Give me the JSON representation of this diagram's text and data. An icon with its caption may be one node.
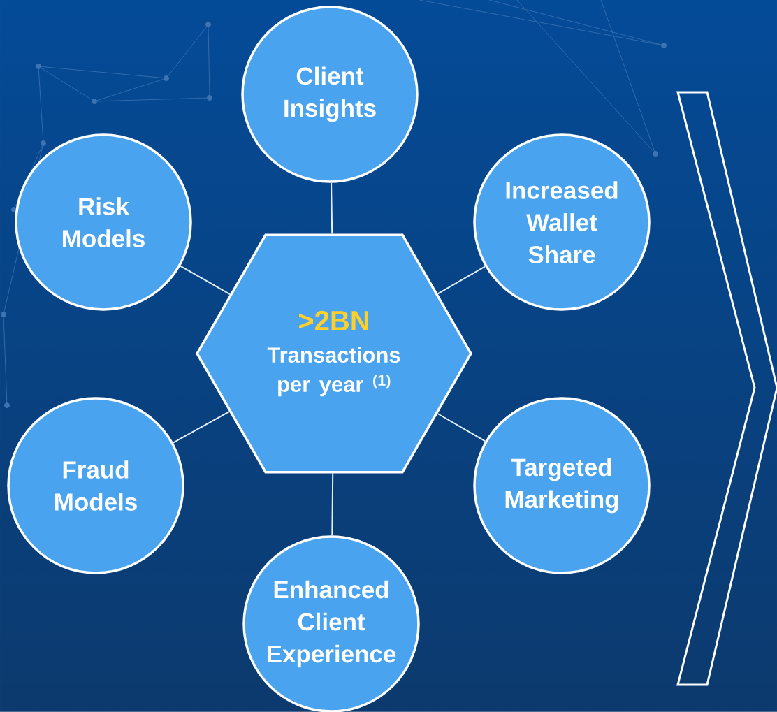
{
  "diagram": {
    "nodes": [
      {
        "text": [
          ">2BN",
          "Transactions per year $^{(1)}$"
        ]
      },
      {
        "text": [
          "Client Insights"
        ]
      },
      {
        "text": [
          "Risk Models"
        ]
      },
      {
        "text": [
          "Increased Wallet Share"
        ]
      },
      {
        "text": [
          "Fraud Models"
        ]
      },
      {
        "text": [
          "Targeted Marketing"
        ]
      },
      {
        "text": [
          "Enhanced Client Experience"
        ]
      }
    ],
    "edges": [
      {
        "from": 0,
        "to": 1,
        "arrow": "none"
      },
      {
        "from": 0,
        "to": 2,
        "arrow": "none"
      },
      {
        "from": 0,
        "to": 3,
        "arrow": "none"
      },
      {
        "from": 0,
        "to": 4,
        "arrow": "none"
      },
      {
        "from": 0,
        "to": 5,
        "arrow": "none"
      },
      {
        "from": 0,
        "to": 6,
        "arrow": "none"
      }
    ]
  }
}
